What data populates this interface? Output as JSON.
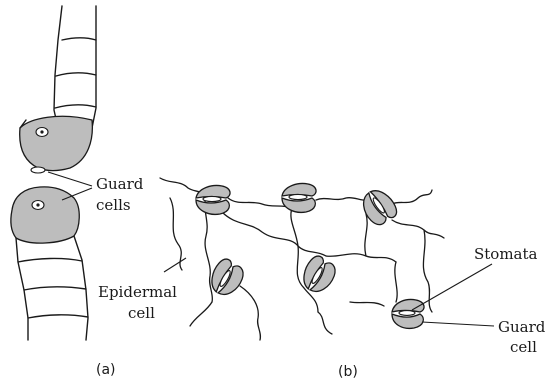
{
  "labels": {
    "guard_cells_line1": "Guard",
    "guard_cells_line2": "cells",
    "epidermal_line1": "Epidermal",
    "epidermal_line2": "cell",
    "stomata": "Stomata",
    "guard_line1": "Guard",
    "guard_line2": "cell"
  },
  "captions": {
    "a": "(a)",
    "b": "(b)"
  },
  "colors": {
    "guard_cell_fill": "#bdbdbd",
    "line": "#1a1a1a",
    "background": "#ffffff"
  }
}
